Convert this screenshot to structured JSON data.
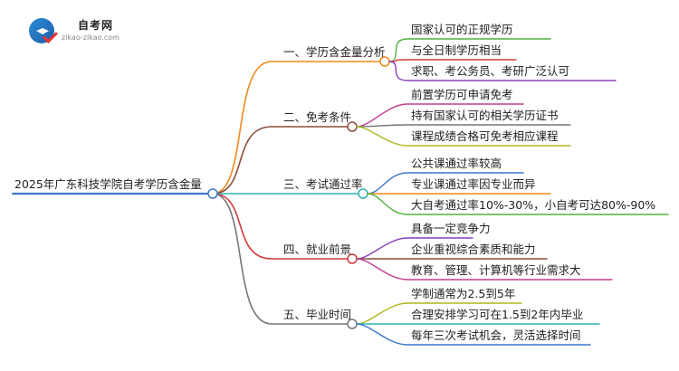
{
  "brand": {
    "name": "自考网",
    "url": "zikao-zikao.com"
  },
  "root": {
    "label": "2025年广东科技学院自考学历含金量",
    "color": "#3a78c9"
  },
  "branches": [
    {
      "label": "一、学历含金量分析",
      "color": "#f08a1c",
      "children": [
        {
          "label": "国家认可的正规学历",
          "color": "#53b13d"
        },
        {
          "label": "与全日制学历相当",
          "color": "#d63a3a"
        },
        {
          "label": "求职、考公务员、考研广泛认可",
          "color": "#8a3fb7"
        }
      ]
    },
    {
      "label": "二、免考条件",
      "color": "#8c4d3a",
      "children": [
        {
          "label": "前置学历可申请免考",
          "color": "#c53c8f"
        },
        {
          "label": "持有国家认可的相关学历证书",
          "color": "#777777"
        },
        {
          "label": "课程成绩合格可免考相应课程",
          "color": "#b0b81e"
        }
      ]
    },
    {
      "label": "三、考试通过率",
      "color": "#2fb4b4",
      "children": [
        {
          "label": "公共课通过率较高",
          "color": "#3a78c9"
        },
        {
          "label": "专业课通过率因专业而异",
          "color": "#f08a1c"
        },
        {
          "label": "大自考通过率10%-30%，小自考可达80%-90%",
          "color": "#53b13d"
        }
      ]
    },
    {
      "label": "四、就业前景",
      "color": "#d63a3a",
      "children": [
        {
          "label": "具备一定竞争力",
          "color": "#8a3fb7"
        },
        {
          "label": "企业重视综合素质和能力",
          "color": "#8c4d3a"
        },
        {
          "label": "教育、管理、计算机等行业需求大",
          "color": "#c53c8f"
        }
      ]
    },
    {
      "label": "五、毕业时间",
      "color": "#777777",
      "children": [
        {
          "label": "学制通常为2.5到5年",
          "color": "#b0b81e"
        },
        {
          "label": "合理安排学习可在1.5到2年内毕业",
          "color": "#2fb4b4"
        },
        {
          "label": "每年三次考试机会，灵活选择时间",
          "color": "#3a78c9"
        }
      ]
    }
  ]
}
